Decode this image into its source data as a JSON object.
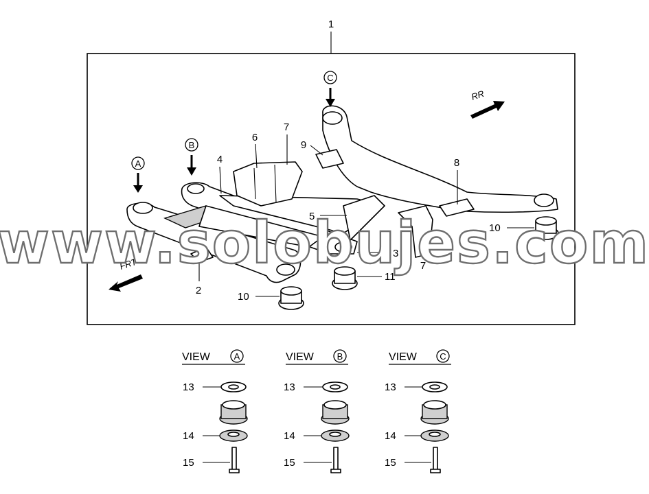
{
  "diagram": {
    "main_callout": "1",
    "callouts": [
      "2",
      "3",
      "4",
      "5",
      "6",
      "7",
      "7",
      "8",
      "9",
      "10",
      "10",
      "11"
    ],
    "direction_labels": {
      "front": "FRT",
      "rear": "RR"
    },
    "view_markers": [
      "A",
      "B",
      "C"
    ],
    "watermark": "www.solobujes.com"
  },
  "views": [
    {
      "title": "VIEW",
      "letter": "A",
      "parts": [
        "13",
        "14",
        "15"
      ]
    },
    {
      "title": "VIEW",
      "letter": "B",
      "parts": [
        "13",
        "14",
        "15"
      ]
    },
    {
      "title": "VIEW",
      "letter": "C",
      "parts": [
        "13",
        "14",
        "15"
      ]
    }
  ]
}
